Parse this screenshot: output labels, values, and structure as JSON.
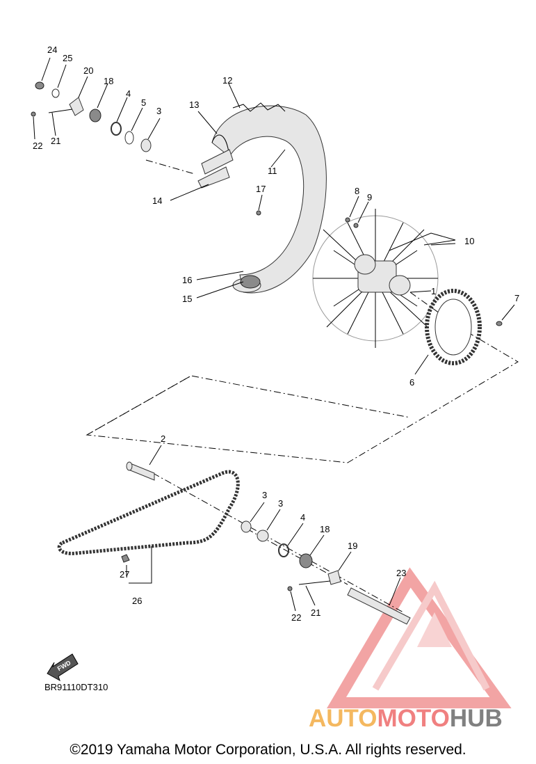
{
  "part_labels": {
    "p1": "1",
    "p2": "2",
    "p3a": "3",
    "p3b": "3",
    "p3c": "3",
    "p4a": "4",
    "p4b": "4",
    "p5": "5",
    "p6": "6",
    "p7": "7",
    "p8": "8",
    "p9": "9",
    "p10": "10",
    "p11": "11",
    "p12": "12",
    "p13": "13",
    "p14": "14",
    "p15": "15",
    "p16": "16",
    "p17": "17",
    "p18a": "18",
    "p18b": "18",
    "p19": "19",
    "p20": "20",
    "p21a": "21",
    "p21b": "21",
    "p22a": "22",
    "p22b": "22",
    "p23": "23",
    "p24": "24",
    "p25": "25",
    "p26": "26",
    "p27": "27"
  },
  "fwd_label": "FWD",
  "diagram_code": "BR91110DT310",
  "watermark": {
    "part1": "AUTO",
    "part2": "MOTO",
    "part3": "HUB",
    "colors": {
      "auto": "#f4b860",
      "moto": "#f08080",
      "hub": "#808080",
      "triangle": "#e85a5a"
    }
  },
  "copyright": "©2019 Yamaha Motor Corporation, U.S.A. All rights reserved."
}
